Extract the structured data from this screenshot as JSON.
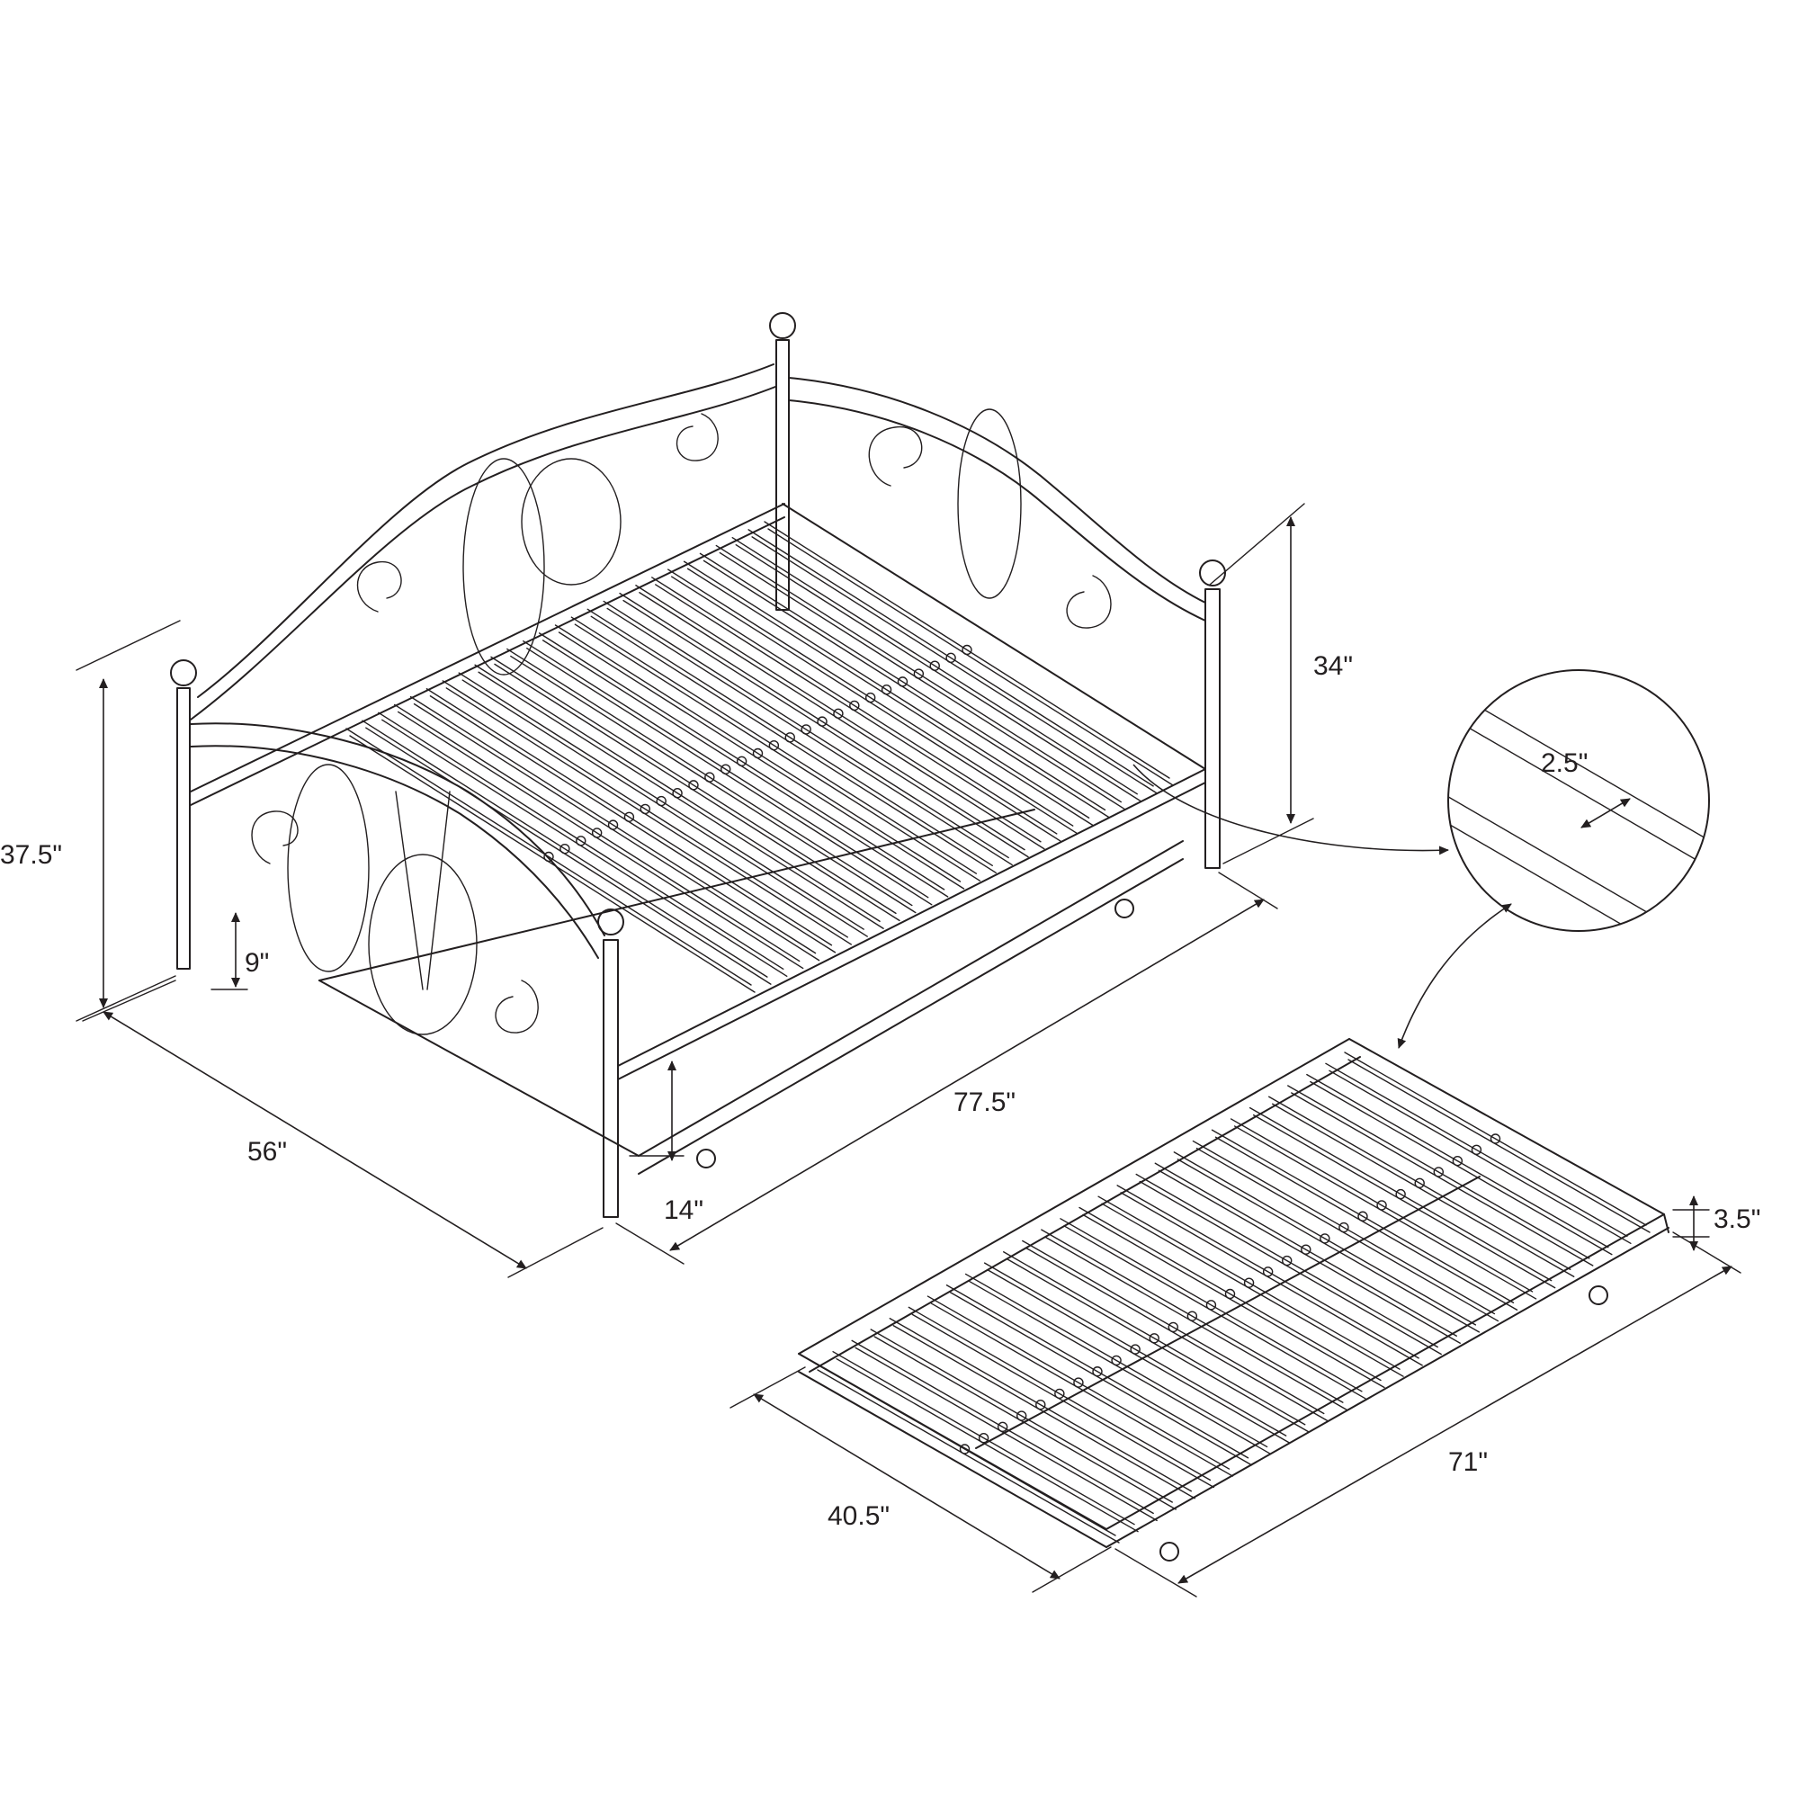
{
  "dimensions": {
    "daybed_height": "37.5\"",
    "daybed_width": "56\"",
    "daybed_length": "77.5\"",
    "arm_height": "34\"",
    "under_clearance": "9\"",
    "trundle_clearance": "14\"",
    "slat_spacing": "2.5\"",
    "trundle_height": "3.5\"",
    "trundle_width": "40.5\"",
    "trundle_length": "71\""
  },
  "colors": {
    "line": "#231f20",
    "background": "#ffffff"
  }
}
